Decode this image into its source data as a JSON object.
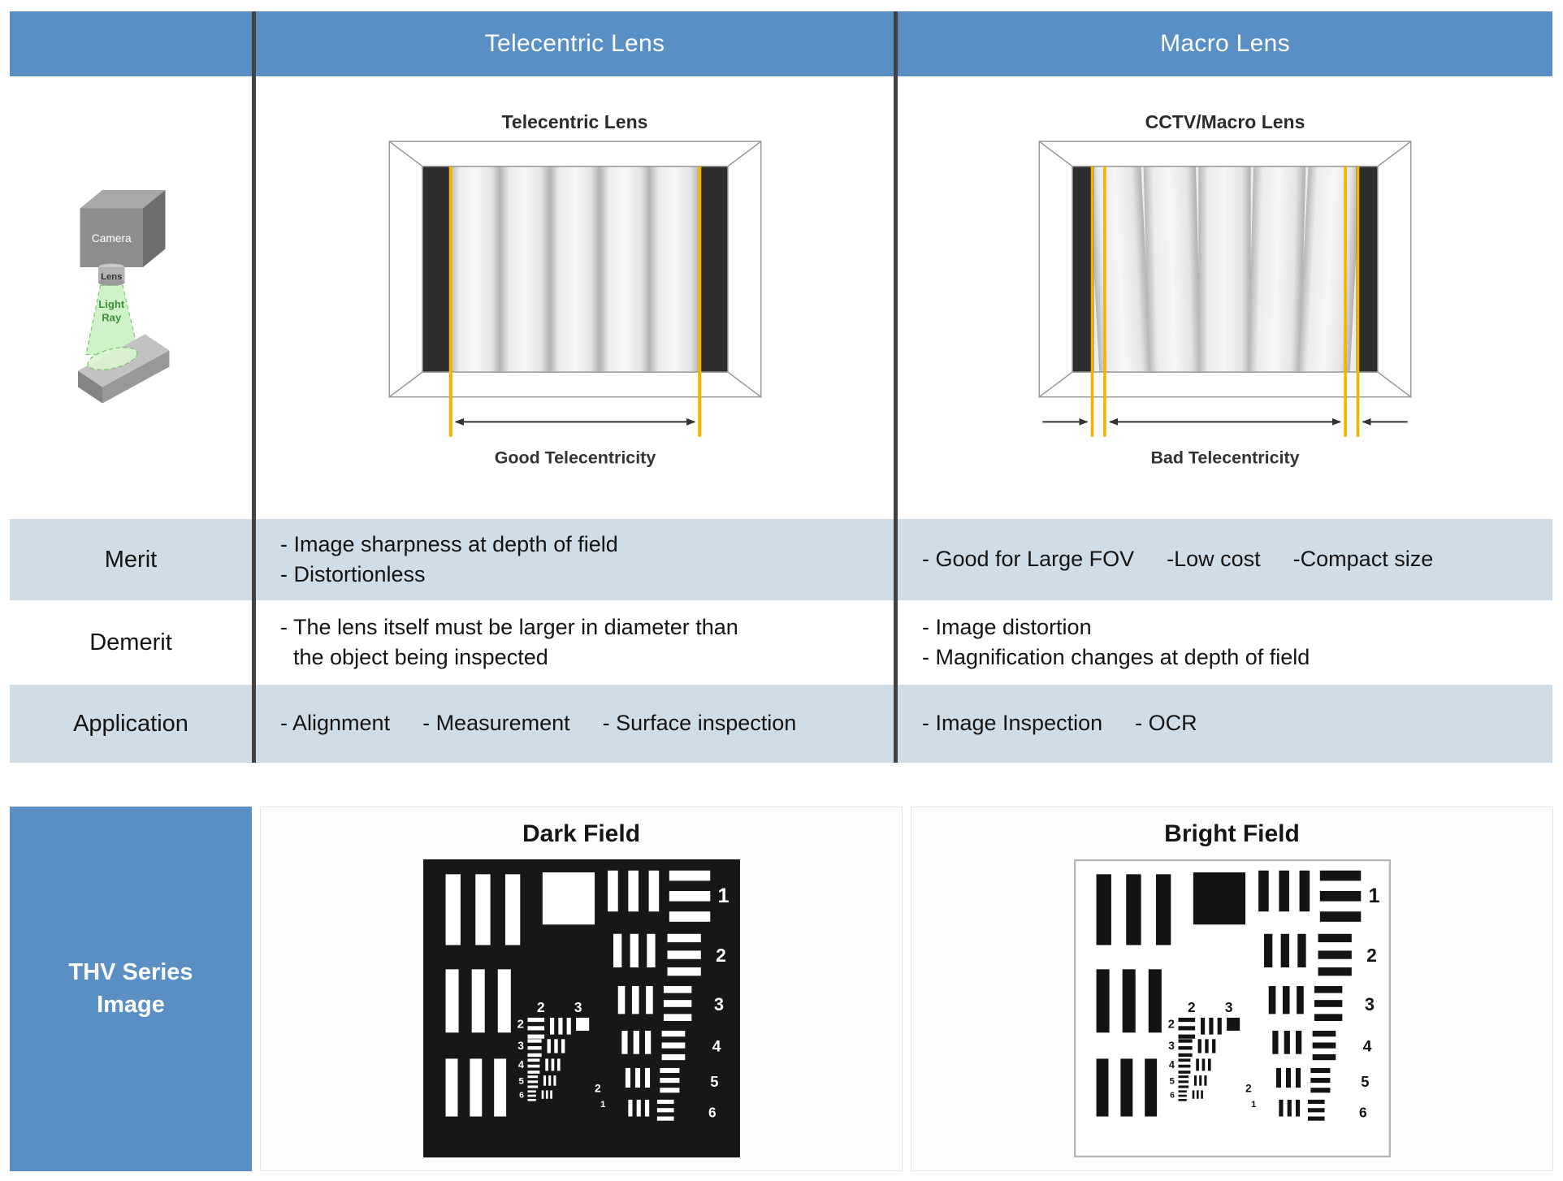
{
  "header": {
    "telecentric": "Telecentric Lens",
    "macro": "Macro Lens"
  },
  "camera_diagram": {
    "camera_label": "Camera",
    "lens_label": "Lens",
    "light_ray_lines": [
      "Light",
      "Ray"
    ]
  },
  "telecentric_panel": {
    "title": "Telecentric Lens",
    "caption": "Good Telecentricity"
  },
  "macro_panel": {
    "title": "CCTV/Macro Lens",
    "caption": "Bad Telecentricity"
  },
  "rows": {
    "merit": {
      "label": "Merit",
      "telecentric_lines": [
        "- Image sharpness at depth of field",
        "- Distortionless"
      ],
      "macro_items": [
        "- Good for Large FOV",
        "-Low cost",
        "-Compact size"
      ]
    },
    "demerit": {
      "label": "Demerit",
      "telecentric_lines": [
        "- The lens itself must be larger in diameter than",
        "the object being inspected"
      ],
      "macro_lines": [
        "- Image distortion",
        "- Magnification changes at depth of field"
      ]
    },
    "application": {
      "label": "Application",
      "telecentric_items": [
        "- Alignment",
        "- Measurement",
        "- Surface inspection"
      ],
      "macro_items": [
        "- Image Inspection",
        "- OCR"
      ]
    }
  },
  "bottom": {
    "label_lines": [
      "THV Series",
      "Image"
    ],
    "dark_title": "Dark Field",
    "bright_title": "Bright Field"
  },
  "usaf_numbers": {
    "n1": "1",
    "n2": "2",
    "n3": "3",
    "n4": "4",
    "n5": "5",
    "n6": "6"
  },
  "colors": {
    "header_blue": "#5a8fc6",
    "row_blue": "#cfdde9",
    "divider": "#424242",
    "telecentric_line_yellow": "#f3b400"
  }
}
